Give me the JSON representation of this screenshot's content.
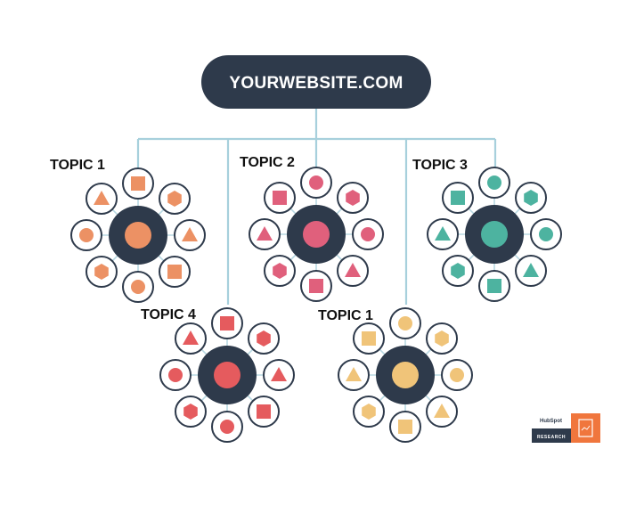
{
  "root": {
    "label": "YOURWEBSITE.COM"
  },
  "topics": [
    {
      "label": "TOPIC 1",
      "color": "#ec9164",
      "shapes": [
        "square",
        "hexagon",
        "triangle",
        "square",
        "circle",
        "hexagon",
        "circle",
        "triangle"
      ]
    },
    {
      "label": "TOPIC 2",
      "color": "#e0607c",
      "shapes": [
        "circle",
        "hexagon",
        "circle",
        "triangle",
        "square",
        "hexagon",
        "triangle",
        "square"
      ]
    },
    {
      "label": "TOPIC 3",
      "color": "#4db3a0",
      "shapes": [
        "circle",
        "hexagon",
        "circle",
        "triangle",
        "square",
        "hexagon",
        "triangle",
        "square"
      ]
    },
    {
      "label": "TOPIC 4",
      "color": "#e55b5e",
      "shapes": [
        "square",
        "hexagon",
        "triangle",
        "square",
        "circle",
        "hexagon",
        "circle",
        "triangle"
      ]
    },
    {
      "label": "TOPIC 1",
      "color": "#f0c479",
      "shapes": [
        "circle",
        "hexagon",
        "circle",
        "triangle",
        "square",
        "hexagon",
        "triangle",
        "square"
      ]
    }
  ],
  "brand": {
    "name": "HubSpot",
    "tagline": "RESEARCH",
    "accent": "#f0763d",
    "dark": "#2e3a4b"
  }
}
